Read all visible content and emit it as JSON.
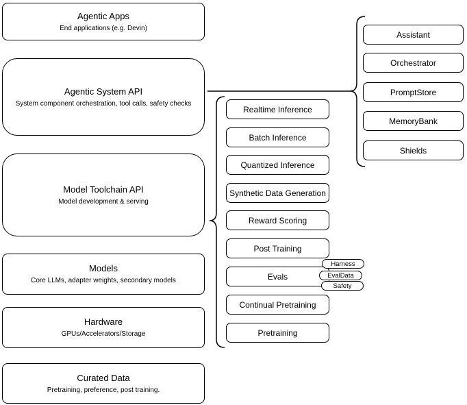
{
  "diagram": {
    "left_column": [
      {
        "title": "Agentic Apps",
        "subtitle": "End applications (e.g. Devin)"
      },
      {
        "title": "Agentic System API",
        "subtitle": "System component orchestration, tool calls, safety checks"
      },
      {
        "title": "Model Toolchain API",
        "subtitle": "Model development & serving"
      },
      {
        "title": "Models",
        "subtitle": "Core LLMs, adapter weights, secondary models"
      },
      {
        "title": "Hardware",
        "subtitle": "GPUs/Accelerators/Storage"
      },
      {
        "title": "Curated Data",
        "subtitle": "Pretraining, preference, post training."
      }
    ],
    "toolchain_items": [
      "Realtime Inference",
      "Batch Inference",
      "Quantized Inference",
      "Synthetic Data Generation",
      "Reward Scoring",
      "Post Training",
      "Evals",
      "Continual Pretraining",
      "Pretraining"
    ],
    "evals_tags": [
      "Harness",
      "EvalData",
      "Safety"
    ],
    "system_items": [
      "Assistant",
      "Orchestrator",
      "PromptStore",
      "MemoryBank",
      "Shields"
    ],
    "colors": {
      "stroke": "#000000",
      "fill": "#ffffff",
      "text": "#000000",
      "background": "#ffffff"
    }
  }
}
